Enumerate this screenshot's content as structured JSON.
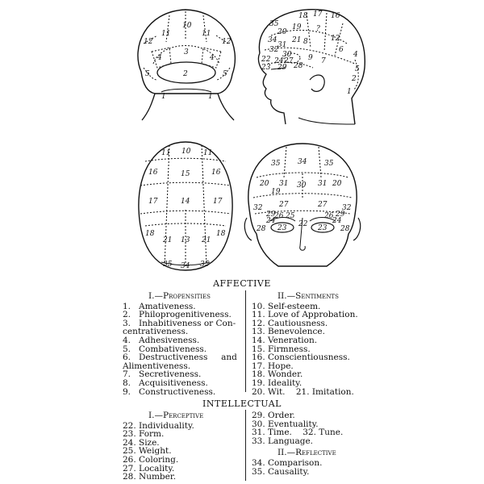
{
  "affective": {
    "title": "AFFECTIVE",
    "propensities": {
      "roman": "I.—",
      "heading": "Propensities",
      "items": [
        {
          "num": "1.",
          "label": "Amativeness."
        },
        {
          "num": "2.",
          "label": "Philoprogenitiveness."
        },
        {
          "num": "3.",
          "label": "Inhabitiveness or Con-",
          "cont": "centrativeness."
        },
        {
          "num": "4.",
          "label": "Adhesiveness."
        },
        {
          "num": "5.",
          "label": "Combativeness."
        },
        {
          "num": "6.",
          "label": "Destructiveness     and",
          "cont": "Alimentiveness."
        },
        {
          "num": "7.",
          "label": "Secretiveness."
        },
        {
          "num": "8.",
          "label": "Acquisitiveness."
        },
        {
          "num": "9.",
          "label": "Constructiveness."
        }
      ]
    },
    "sentiments": {
      "roman": "II.—",
      "heading": "Sentiments",
      "items": [
        {
          "num": "10.",
          "label": "Self-esteem."
        },
        {
          "num": "11.",
          "label": "Love of Approbation."
        },
        {
          "num": "12.",
          "label": "Cautiousness."
        },
        {
          "num": "13.",
          "label": "Benevolence."
        },
        {
          "num": "14.",
          "label": "Veneration."
        },
        {
          "num": "15.",
          "label": "Firmness."
        },
        {
          "num": "16.",
          "label": "Conscientiousness."
        },
        {
          "num": "17.",
          "label": "Hope."
        },
        {
          "num": "18.",
          "label": "Wonder."
        },
        {
          "num": "19.",
          "label": "Ideality."
        },
        {
          "num": "20.",
          "label": "Wit.    21. Imitation."
        }
      ]
    }
  },
  "intellectual": {
    "title": "INTELLECTUAL",
    "perceptive": {
      "roman": "I.—",
      "heading": "Perceptive",
      "items": [
        {
          "num": "22.",
          "label": "Individuality."
        },
        {
          "num": "23.",
          "label": "Form."
        },
        {
          "num": "24.",
          "label": "Size."
        },
        {
          "num": "25.",
          "label": "Weight."
        },
        {
          "num": "26.",
          "label": "Coloring."
        },
        {
          "num": "27.",
          "label": "Locality."
        },
        {
          "num": "28.",
          "label": "Number."
        }
      ]
    },
    "continued": {
      "items": [
        {
          "num": "29.",
          "label": "Order."
        },
        {
          "num": "30.",
          "label": "Eventuality."
        },
        {
          "num": "31.",
          "label": "Time.    32. Tune."
        },
        {
          "num": "33.",
          "label": "Language."
        }
      ]
    },
    "reflective": {
      "roman": "II.—",
      "heading": "Reflective",
      "items": [
        {
          "num": "34.",
          "label": "Comparison."
        },
        {
          "num": "35.",
          "label": "Causality."
        }
      ]
    }
  },
  "diagram_labels": {
    "back_head": [
      "10",
      "11",
      "11",
      "12",
      "12",
      "3",
      "4",
      "4",
      "2",
      "5",
      "5",
      "1",
      "1"
    ],
    "profile": [
      "18",
      "17",
      "16",
      "19",
      "20",
      "35",
      "34",
      "?",
      "21",
      "8",
      "32",
      "31",
      "12",
      "6",
      "9",
      "30",
      "7",
      "4",
      "22",
      "23",
      "24",
      "27",
      "28",
      "29",
      "5",
      "2",
      "1"
    ],
    "top_view": [
      "10",
      "11",
      "11",
      "16",
      "15",
      "16",
      "17",
      "14",
      "17",
      "18",
      "21",
      "13",
      "21",
      "18",
      "35",
      "34",
      "35"
    ],
    "front_face": [
      "35",
      "34",
      "35",
      "20",
      "19",
      "31",
      "30",
      "31",
      "20",
      "32",
      "27",
      "26",
      "25",
      "27",
      "26",
      "32",
      "28",
      "23",
      "23",
      "28",
      "24",
      "29",
      "24",
      "29",
      "22"
    ]
  }
}
